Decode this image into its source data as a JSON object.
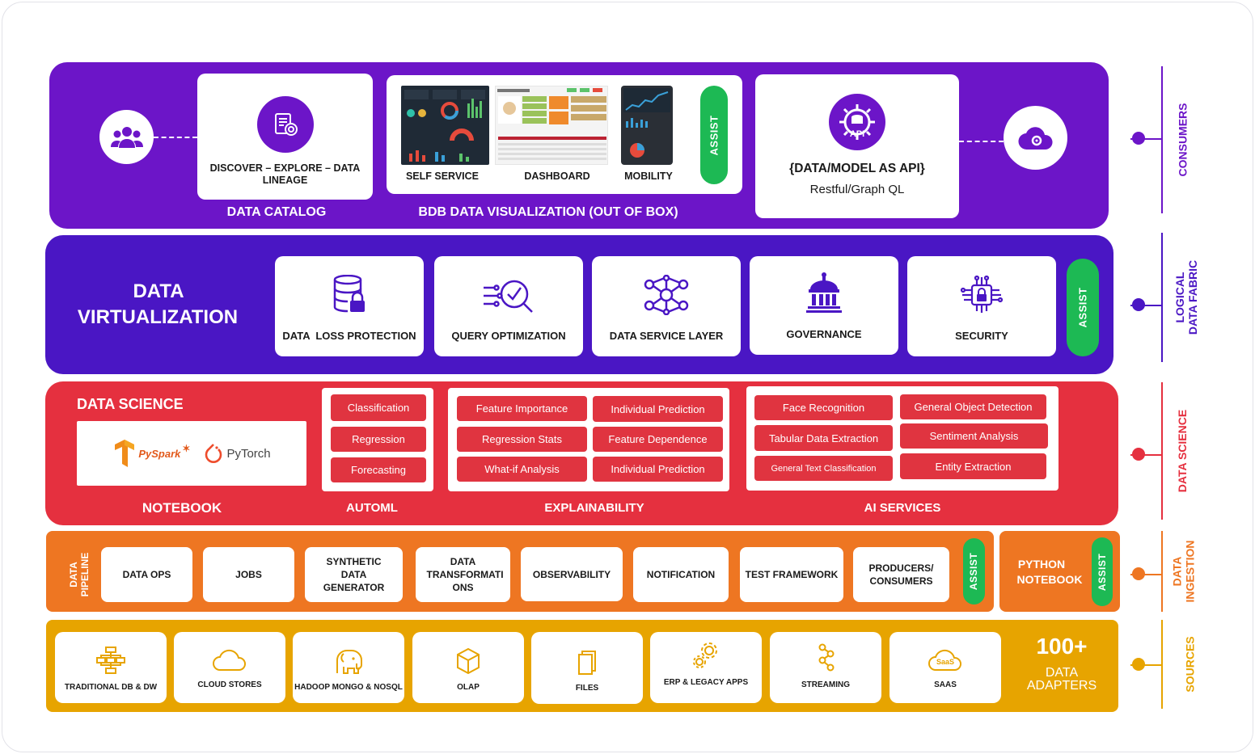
{
  "colors": {
    "consumers": "#6c15c8",
    "fabric": "#4a16c4",
    "science": "#e5303f",
    "ingestion": "#ee7622",
    "sources": "#e7a400",
    "assist": "#1db954"
  },
  "consumers": {
    "catalog_card_text": "DISCOVER – EXPLORE – DATA LINEAGE",
    "catalog_caption": "DATA CATALOG",
    "viz_items": [
      "SELF SERVICE",
      "DASHBOARD",
      "MOBILITY"
    ],
    "viz_caption": "BDB DATA VISUALIZATION (OUT OF BOX)",
    "assist": "ASSIST",
    "api_title": "{DATA/MODEL AS API}",
    "api_sub": "Restful/Graph QL",
    "api_icon_text": "API",
    "side_label": "CONSUMERS"
  },
  "fabric": {
    "title_line1": "DATA",
    "title_line2": "VIRTUALIZATION",
    "cards": [
      "DATA  LOSS PROTECTION",
      "QUERY OPTIMIZATION",
      "DATA SERVICE LAYER",
      "GOVERNANCE",
      "SECURITY"
    ],
    "assist": "ASSIST",
    "side_label_line1": "LOGICAL",
    "side_label_line2": "DATA FABRIC"
  },
  "science": {
    "title": "DATA SCIENCE",
    "logos": [
      "PySpark",
      "PyTorch"
    ],
    "notebook_caption": "NOTEBOOK",
    "automl": [
      "Classification",
      "Regression",
      "Forecasting"
    ],
    "automl_caption": "AUTOML",
    "explain_left": [
      "Feature Importance",
      "Regression Stats",
      "What-if Analysis"
    ],
    "explain_right": [
      "Individual Prediction",
      "Feature Dependence",
      "Individual Prediction"
    ],
    "explain_caption": "EXPLAINABILITY",
    "ai_left": [
      "Face Recognition",
      "Tabular Data Extraction",
      "General Text Classification"
    ],
    "ai_right": [
      "General Object Detection",
      "Sentiment Analysis",
      "Entity Extraction"
    ],
    "ai_caption": "AI SERVICES",
    "side_label": "DATA SCIENCE"
  },
  "ingestion": {
    "pipeline_line1": "DATA",
    "pipeline_line2": "PIPELINE",
    "cards": [
      "DATA OPS",
      "JOBS",
      "SYNTHETIC DATA GENERATOR",
      "DATA TRANSFORMATI ONS",
      "OBSERVABILITY",
      "NOTIFICATION",
      "TEST FRAMEWORK",
      "PRODUCERS/ CONSUMERS"
    ],
    "assist": "ASSIST",
    "python_line1": "PYTHON",
    "python_line2": "NOTEBOOK",
    "python_assist": "ASSIST",
    "side_label_line1": "DATA",
    "side_label_line2": "INGESTION"
  },
  "sources": {
    "cards": [
      "TRADITIONAL DB & DW",
      "CLOUD STORES",
      "HADOOP MONGO & NOSQL",
      "OLAP",
      "FILES",
      "ERP & LEGACY APPS",
      "STREAMING",
      "SAAS"
    ],
    "saas_icon_text": "SaaS",
    "adapters_count": "100+",
    "adapters_line1": "DATA",
    "adapters_line2": "ADAPTERS",
    "side_label": "SOURCES"
  },
  "icons": [
    "users-icon",
    "catalog-icon",
    "api-gear-icon",
    "cloud-gear-icon",
    "database-lock-icon",
    "query-icon",
    "network-icon",
    "governance-icon",
    "security-chip-icon",
    "etl-icon",
    "cloud-icon",
    "elephant-icon",
    "cube-icon",
    "file-icon",
    "gears-icon",
    "stream-icon",
    "saas-cloud-icon"
  ]
}
